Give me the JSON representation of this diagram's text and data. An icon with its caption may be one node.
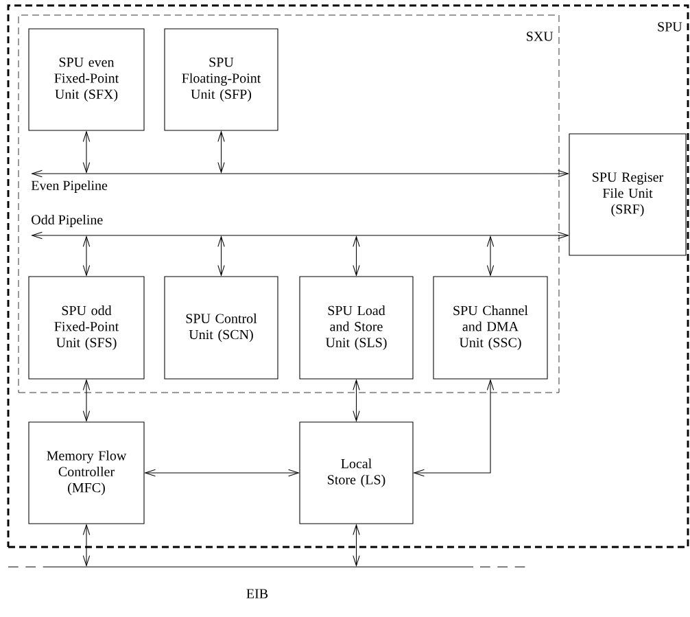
{
  "diagram": {
    "nodes": [
      {
        "text": [
          "SPU"
        ]
      },
      {
        "text": [
          "SXU"
        ],
        "in": 0
      },
      {
        "text": [
          "SPU even Fixed-Point Unit (SFX)"
        ],
        "in": 1
      },
      {
        "text": [
          "SPU Floating-Point Unit (SFP)"
        ],
        "in": 1
      },
      {
        "text": [
          "Even Pipeline"
        ],
        "in": 1
      },
      {
        "text": [
          "Odd Pipeline"
        ],
        "in": 1
      },
      {
        "text": [
          "SPU Regiser File Unit (SRF)"
        ],
        "in": 0
      },
      {
        "text": [
          "SPU odd Fixed-Point Unit (SFS)"
        ],
        "in": 1
      },
      {
        "text": [
          "SPU Control Unit (SCN)"
        ],
        "in": 1
      },
      {
        "text": [
          "SPU Load and Store Unit (SLS)"
        ],
        "in": 1
      },
      {
        "text": [
          "SPU Channel and DMA Unit (SSC)"
        ],
        "in": 1
      },
      {
        "text": [
          "Memory Flow Controller (MFC)"
        ],
        "in": 0
      },
      {
        "text": [
          "Local Store (LS)"
        ],
        "in": 0
      },
      {
        "text": [
          "EIB"
        ]
      }
    ],
    "edges": [
      {
        "from": 2,
        "to": 4,
        "arrow": "both"
      },
      {
        "from": 3,
        "to": 4,
        "arrow": "both"
      },
      {
        "from": 4,
        "to": 6,
        "arrow": "to"
      },
      {
        "from": 5,
        "to": 6,
        "arrow": "to"
      },
      {
        "from": 7,
        "to": 5,
        "arrow": "both"
      },
      {
        "from": 8,
        "to": 5,
        "arrow": "both"
      },
      {
        "from": 9,
        "to": 5,
        "arrow": "both"
      },
      {
        "from": 10,
        "to": 5,
        "arrow": "both"
      },
      {
        "from": 7,
        "to": 11,
        "arrow": "both"
      },
      {
        "from": 9,
        "to": 12,
        "arrow": "both"
      },
      {
        "from": 11,
        "to": 12,
        "arrow": "both"
      },
      {
        "from": 10,
        "to": 12,
        "arrow": "both"
      },
      {
        "from": 11,
        "to": 13,
        "arrow": "both"
      },
      {
        "from": 12,
        "to": 13,
        "arrow": "both"
      }
    ]
  }
}
